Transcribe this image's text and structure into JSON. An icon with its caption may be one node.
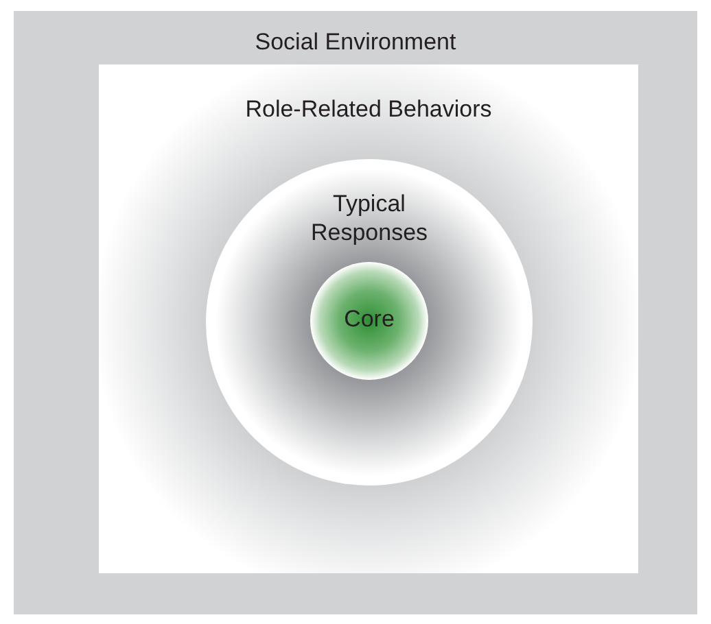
{
  "diagram": {
    "nodes": [
      {
        "text": [
          "Social Environment"
        ]
      },
      {
        "text": [
          "Role-Related Behaviors"
        ],
        "in": 0
      },
      {
        "text": [
          "Typical Responses"
        ],
        "in": 1
      },
      {
        "text": [
          "Core"
        ],
        "in": 2
      }
    ]
  }
}
